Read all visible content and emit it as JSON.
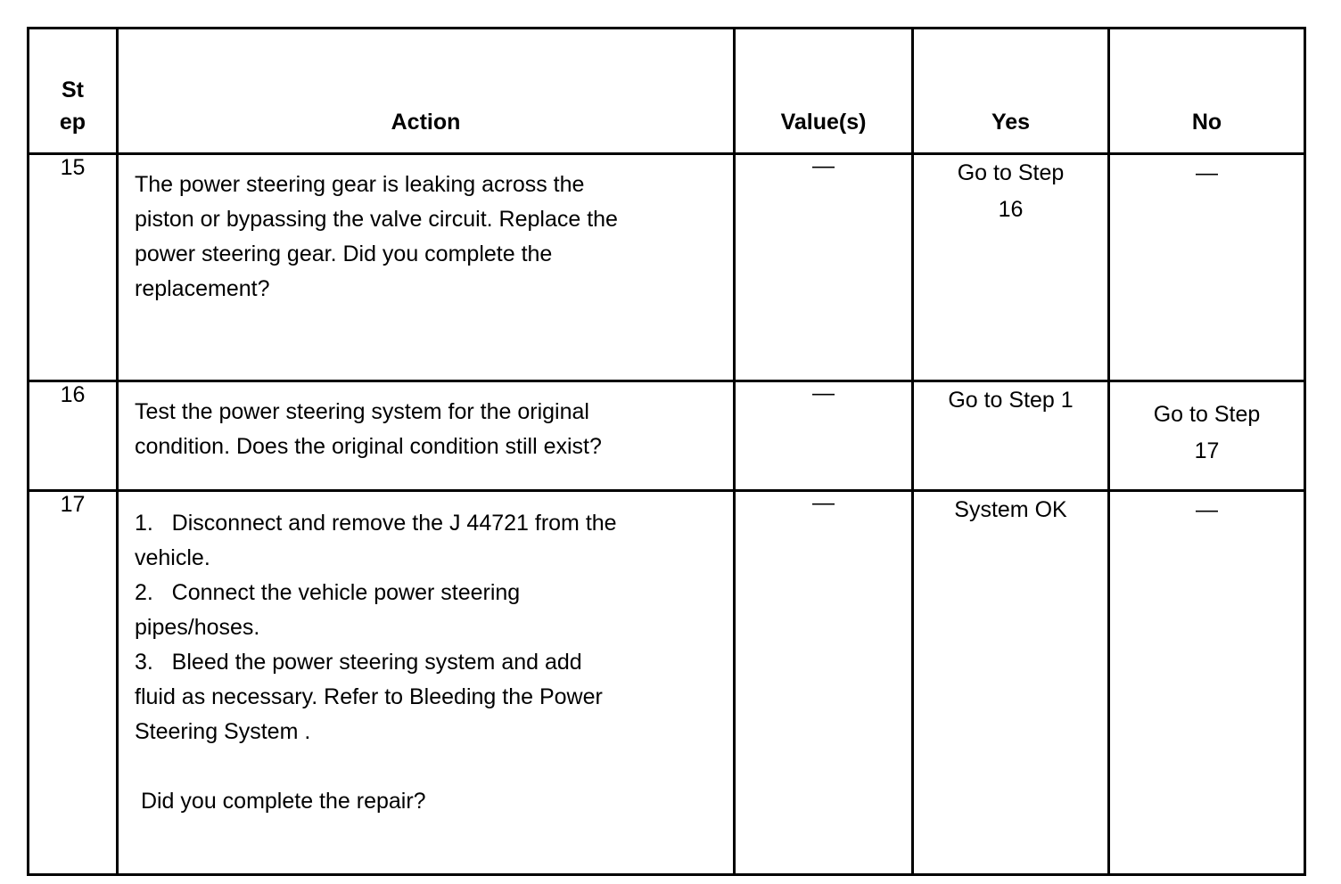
{
  "table": {
    "headers": {
      "step_line1": "St",
      "step_line2": "ep",
      "action": "Action",
      "values": "Value(s)",
      "yes": "Yes",
      "no": "No"
    },
    "rows": [
      {
        "step": "15",
        "action_lines": [
          "The power steering gear is leaking across the",
          "piston or bypassing the valve circuit. Replace the",
          "power steering gear. Did you complete the",
          "replacement?"
        ],
        "value": "—",
        "yes_lines": [
          "Go to Step",
          "16"
        ],
        "no_lines": [
          "—"
        ]
      },
      {
        "step": "16",
        "action_lines": [
          "Test the power steering system for the original",
          "condition. Does the original condition still exist?"
        ],
        "value": "—",
        "yes_lines": [
          "Go to Step 1"
        ],
        "no_lines": [
          "Go to Step",
          "17"
        ]
      },
      {
        "step": "17",
        "action_lines": [
          "1.   Disconnect and remove the J 44721 from the",
          "vehicle.",
          "2.   Connect the vehicle power steering",
          "pipes/hoses.",
          "3.   Bleed the power steering system and add",
          "fluid as necessary. Refer to Bleeding the Power",
          "Steering System .",
          "",
          " Did you complete the repair?"
        ],
        "value": "—",
        "yes_lines": [
          "System OK"
        ],
        "no_lines": [
          "—"
        ]
      }
    ]
  },
  "colors": {
    "border": "#000000",
    "text": "#000000",
    "background": "#ffffff"
  }
}
